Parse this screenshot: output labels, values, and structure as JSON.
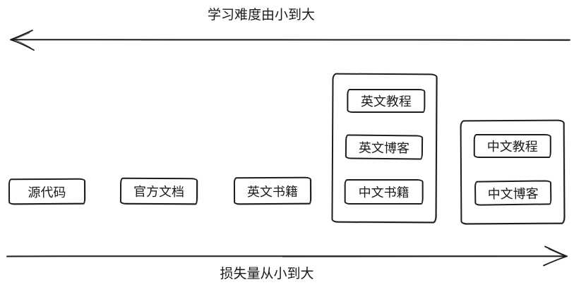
{
  "axes": {
    "top": {
      "label": "学习难度由小到大",
      "direction": "left"
    },
    "bottom": {
      "label": "损失量从小到大",
      "direction": "right"
    }
  },
  "boxes": [
    {
      "id": "source-code",
      "label": "源代码"
    },
    {
      "id": "official-docs",
      "label": "官方文档"
    },
    {
      "id": "english-books",
      "label": "英文书籍"
    }
  ],
  "groups": [
    {
      "id": "group-1",
      "items": [
        {
          "label": "英文教程"
        },
        {
          "label": "英文博客"
        },
        {
          "label": "中文书籍"
        }
      ]
    },
    {
      "id": "group-2",
      "items": [
        {
          "label": "中文教程"
        },
        {
          "label": "中文博客"
        }
      ]
    }
  ],
  "colors": {
    "stroke": "#1d1d1d",
    "text": "#1a1a1a",
    "background": "#ffffff"
  }
}
